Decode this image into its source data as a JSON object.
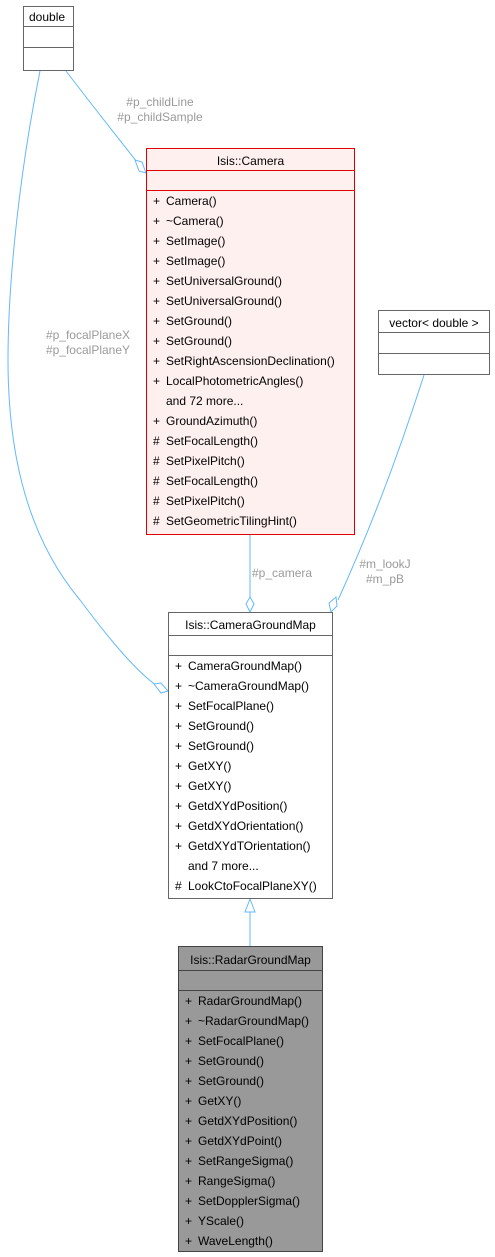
{
  "classes": {
    "double": {
      "title": "double"
    },
    "camera": {
      "title": "Isis::Camera",
      "members": [
        {
          "vis": "+",
          "name": "Camera()"
        },
        {
          "vis": "+",
          "name": "~Camera()"
        },
        {
          "vis": "+",
          "name": "SetImage()"
        },
        {
          "vis": "+",
          "name": "SetImage()"
        },
        {
          "vis": "+",
          "name": "SetUniversalGround()"
        },
        {
          "vis": "+",
          "name": "SetUniversalGround()"
        },
        {
          "vis": "+",
          "name": "SetGround()"
        },
        {
          "vis": "+",
          "name": "SetGround()"
        },
        {
          "vis": "+",
          "name": "SetRightAscensionDeclination()"
        },
        {
          "vis": "+",
          "name": "LocalPhotometricAngles()"
        },
        {
          "vis": "",
          "name": "and 72 more..."
        },
        {
          "vis": "+",
          "name": "GroundAzimuth()"
        },
        {
          "vis": "#",
          "name": "SetFocalLength()"
        },
        {
          "vis": "#",
          "name": "SetPixelPitch()"
        },
        {
          "vis": "#",
          "name": "SetFocalLength()"
        },
        {
          "vis": "#",
          "name": "SetPixelPitch()"
        },
        {
          "vis": "#",
          "name": "SetGeometricTilingHint()"
        }
      ]
    },
    "vector": {
      "title": "vector< double >"
    },
    "camera_ground_map": {
      "title": "Isis::CameraGroundMap",
      "members": [
        {
          "vis": "+",
          "name": "CameraGroundMap()"
        },
        {
          "vis": "+",
          "name": "~CameraGroundMap()"
        },
        {
          "vis": "+",
          "name": "SetFocalPlane()"
        },
        {
          "vis": "+",
          "name": "SetGround()"
        },
        {
          "vis": "+",
          "name": "SetGround()"
        },
        {
          "vis": "+",
          "name": "GetXY()"
        },
        {
          "vis": "+",
          "name": "GetXY()"
        },
        {
          "vis": "+",
          "name": "GetdXYdPosition()"
        },
        {
          "vis": "+",
          "name": "GetdXYdOrientation()"
        },
        {
          "vis": "+",
          "name": "GetdXYdTOrientation()"
        },
        {
          "vis": "",
          "name": "and 7 more..."
        },
        {
          "vis": "#",
          "name": "LookCtoFocalPlaneXY()"
        }
      ]
    },
    "radar_ground_map": {
      "title": "Isis::RadarGroundMap",
      "members": [
        {
          "vis": "+",
          "name": "RadarGroundMap()"
        },
        {
          "vis": "+",
          "name": "~RadarGroundMap()"
        },
        {
          "vis": "+",
          "name": "SetFocalPlane()"
        },
        {
          "vis": "+",
          "name": "SetGround()"
        },
        {
          "vis": "+",
          "name": "SetGround()"
        },
        {
          "vis": "+",
          "name": "GetXY()"
        },
        {
          "vis": "+",
          "name": "GetdXYdPosition()"
        },
        {
          "vis": "+",
          "name": "GetdXYdPoint()"
        },
        {
          "vis": "+",
          "name": "SetRangeSigma()"
        },
        {
          "vis": "+",
          "name": "RangeSigma()"
        },
        {
          "vis": "+",
          "name": "SetDopplerSigma()"
        },
        {
          "vis": "+",
          "name": "YScale()"
        },
        {
          "vis": "+",
          "name": "WaveLength()"
        }
      ]
    }
  },
  "edges": {
    "double_to_camera": {
      "label1": "#p_childLine",
      "label2": "#p_childSample"
    },
    "double_to_cgm": {
      "label1": "#p_focalPlaneX",
      "label2": "#p_focalPlaneY"
    },
    "camera_to_cgm": {
      "label1": "#p_camera"
    },
    "vector_to_cgm": {
      "label1": "#m_lookJ",
      "label2": "#m_pB"
    }
  },
  "colors": {
    "edge": "#63b8ff",
    "camera_border": "#e00000",
    "camera_fill": "#fff0f0",
    "focus_fill": "#999999",
    "label": "#9a9a9a"
  }
}
